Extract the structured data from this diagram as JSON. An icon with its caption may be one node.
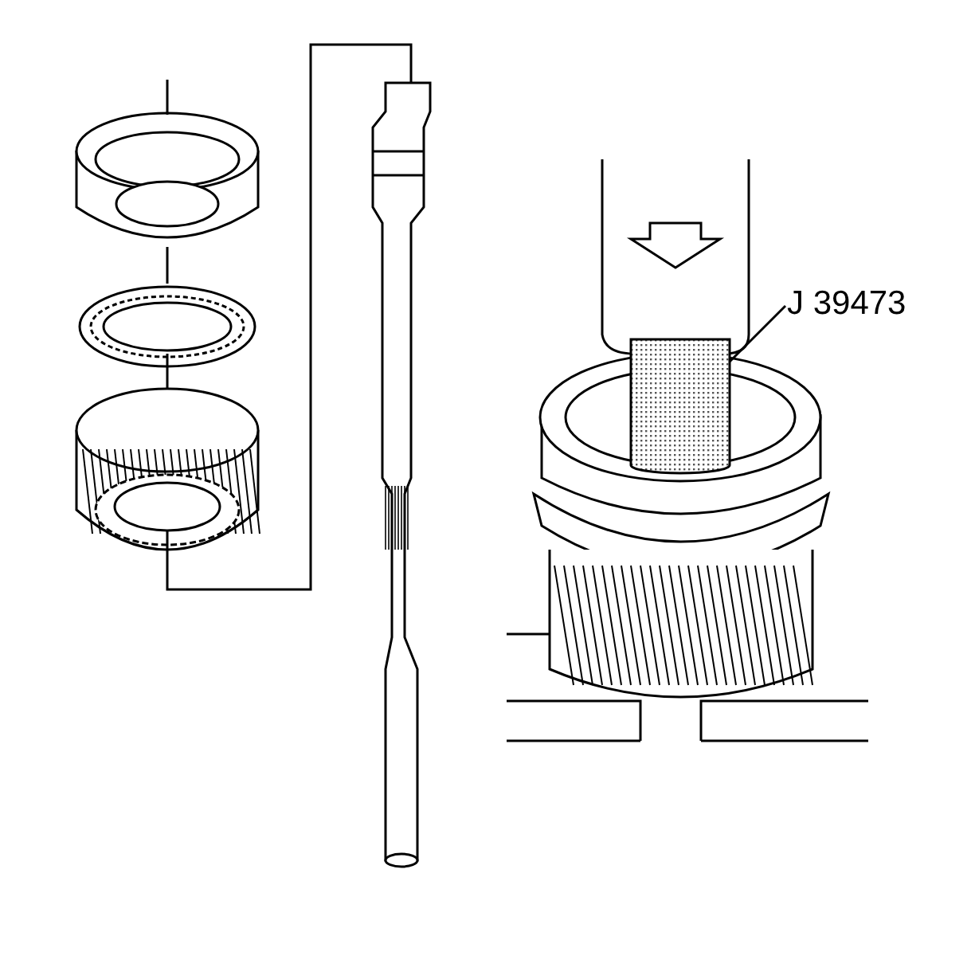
{
  "diagram": {
    "nodes": [
      {
        "text": [
          "J 39473"
        ]
      },
      {
        "text": [],
        "shape": "cylinder"
      }
    ],
    "edges": [
      {
        "from": 0,
        "to": 1,
        "arrow": "none"
      }
    ]
  }
}
